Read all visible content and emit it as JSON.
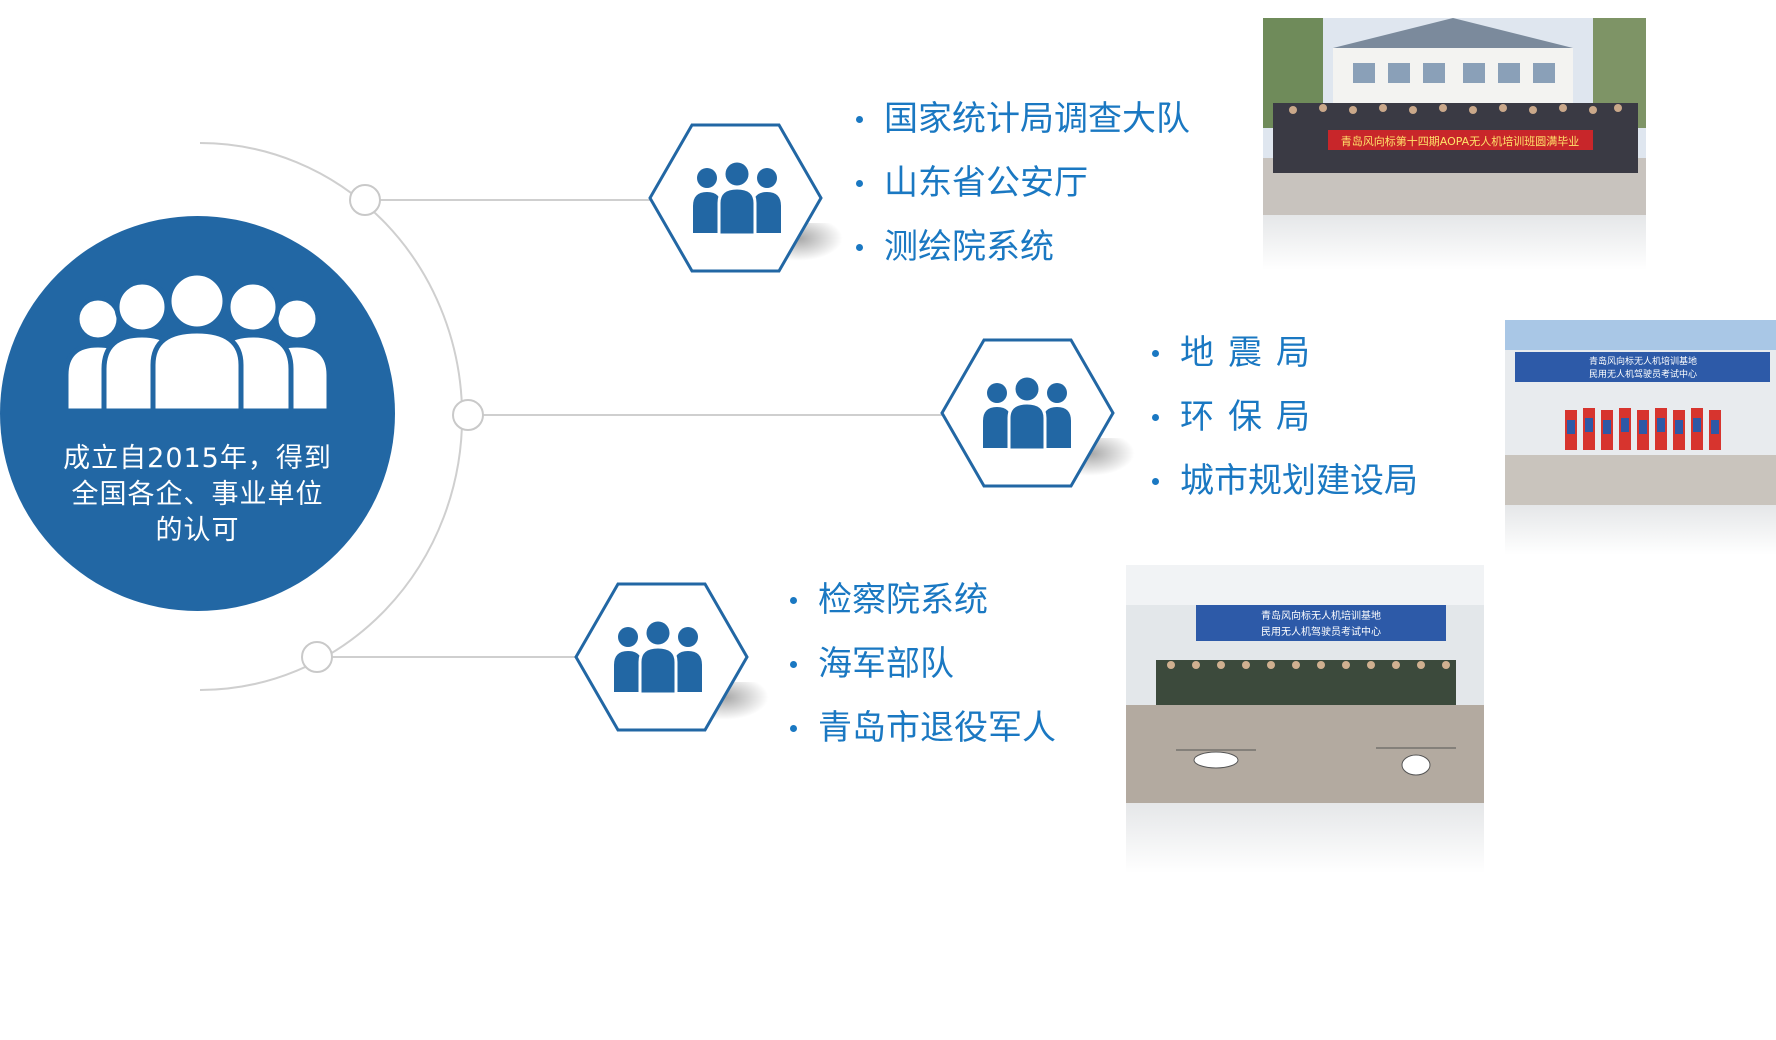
{
  "main": {
    "description": "成立自2015年，得到\n全国各企、事业单位\n的认可",
    "icon": "people-group-icon"
  },
  "groups": [
    {
      "icon": "people-group-icon",
      "items": [
        "国家统计局调查大队",
        "山东省公安厅",
        "测绘院系统"
      ],
      "photo": {
        "banner": "青岛风向标第十四期AOPA无人机培训班圆满毕业",
        "description": "group photo in front of building"
      }
    },
    {
      "icon": "people-group-icon",
      "items": [
        "地震局",
        "环保局",
        "城市规划建设局"
      ],
      "photo": {
        "banner_line1": "青岛风向标无人机培训基地",
        "banner_line2": "民用无人机驾驶员考试中心",
        "description": "group photo in front of container office"
      }
    },
    {
      "icon": "people-group-icon",
      "items": [
        "检察院系统",
        "海军部队",
        "青岛市退役军人"
      ],
      "photo": {
        "banner_line1": "青岛风向标无人机培训基地",
        "banner_line2": "民用无人机驾驶员考试中心",
        "description": "group photo with drones"
      }
    }
  ],
  "colors": {
    "primary": "#2267a4",
    "accent": "#1a78c2",
    "line": "#c9c9c9"
  }
}
